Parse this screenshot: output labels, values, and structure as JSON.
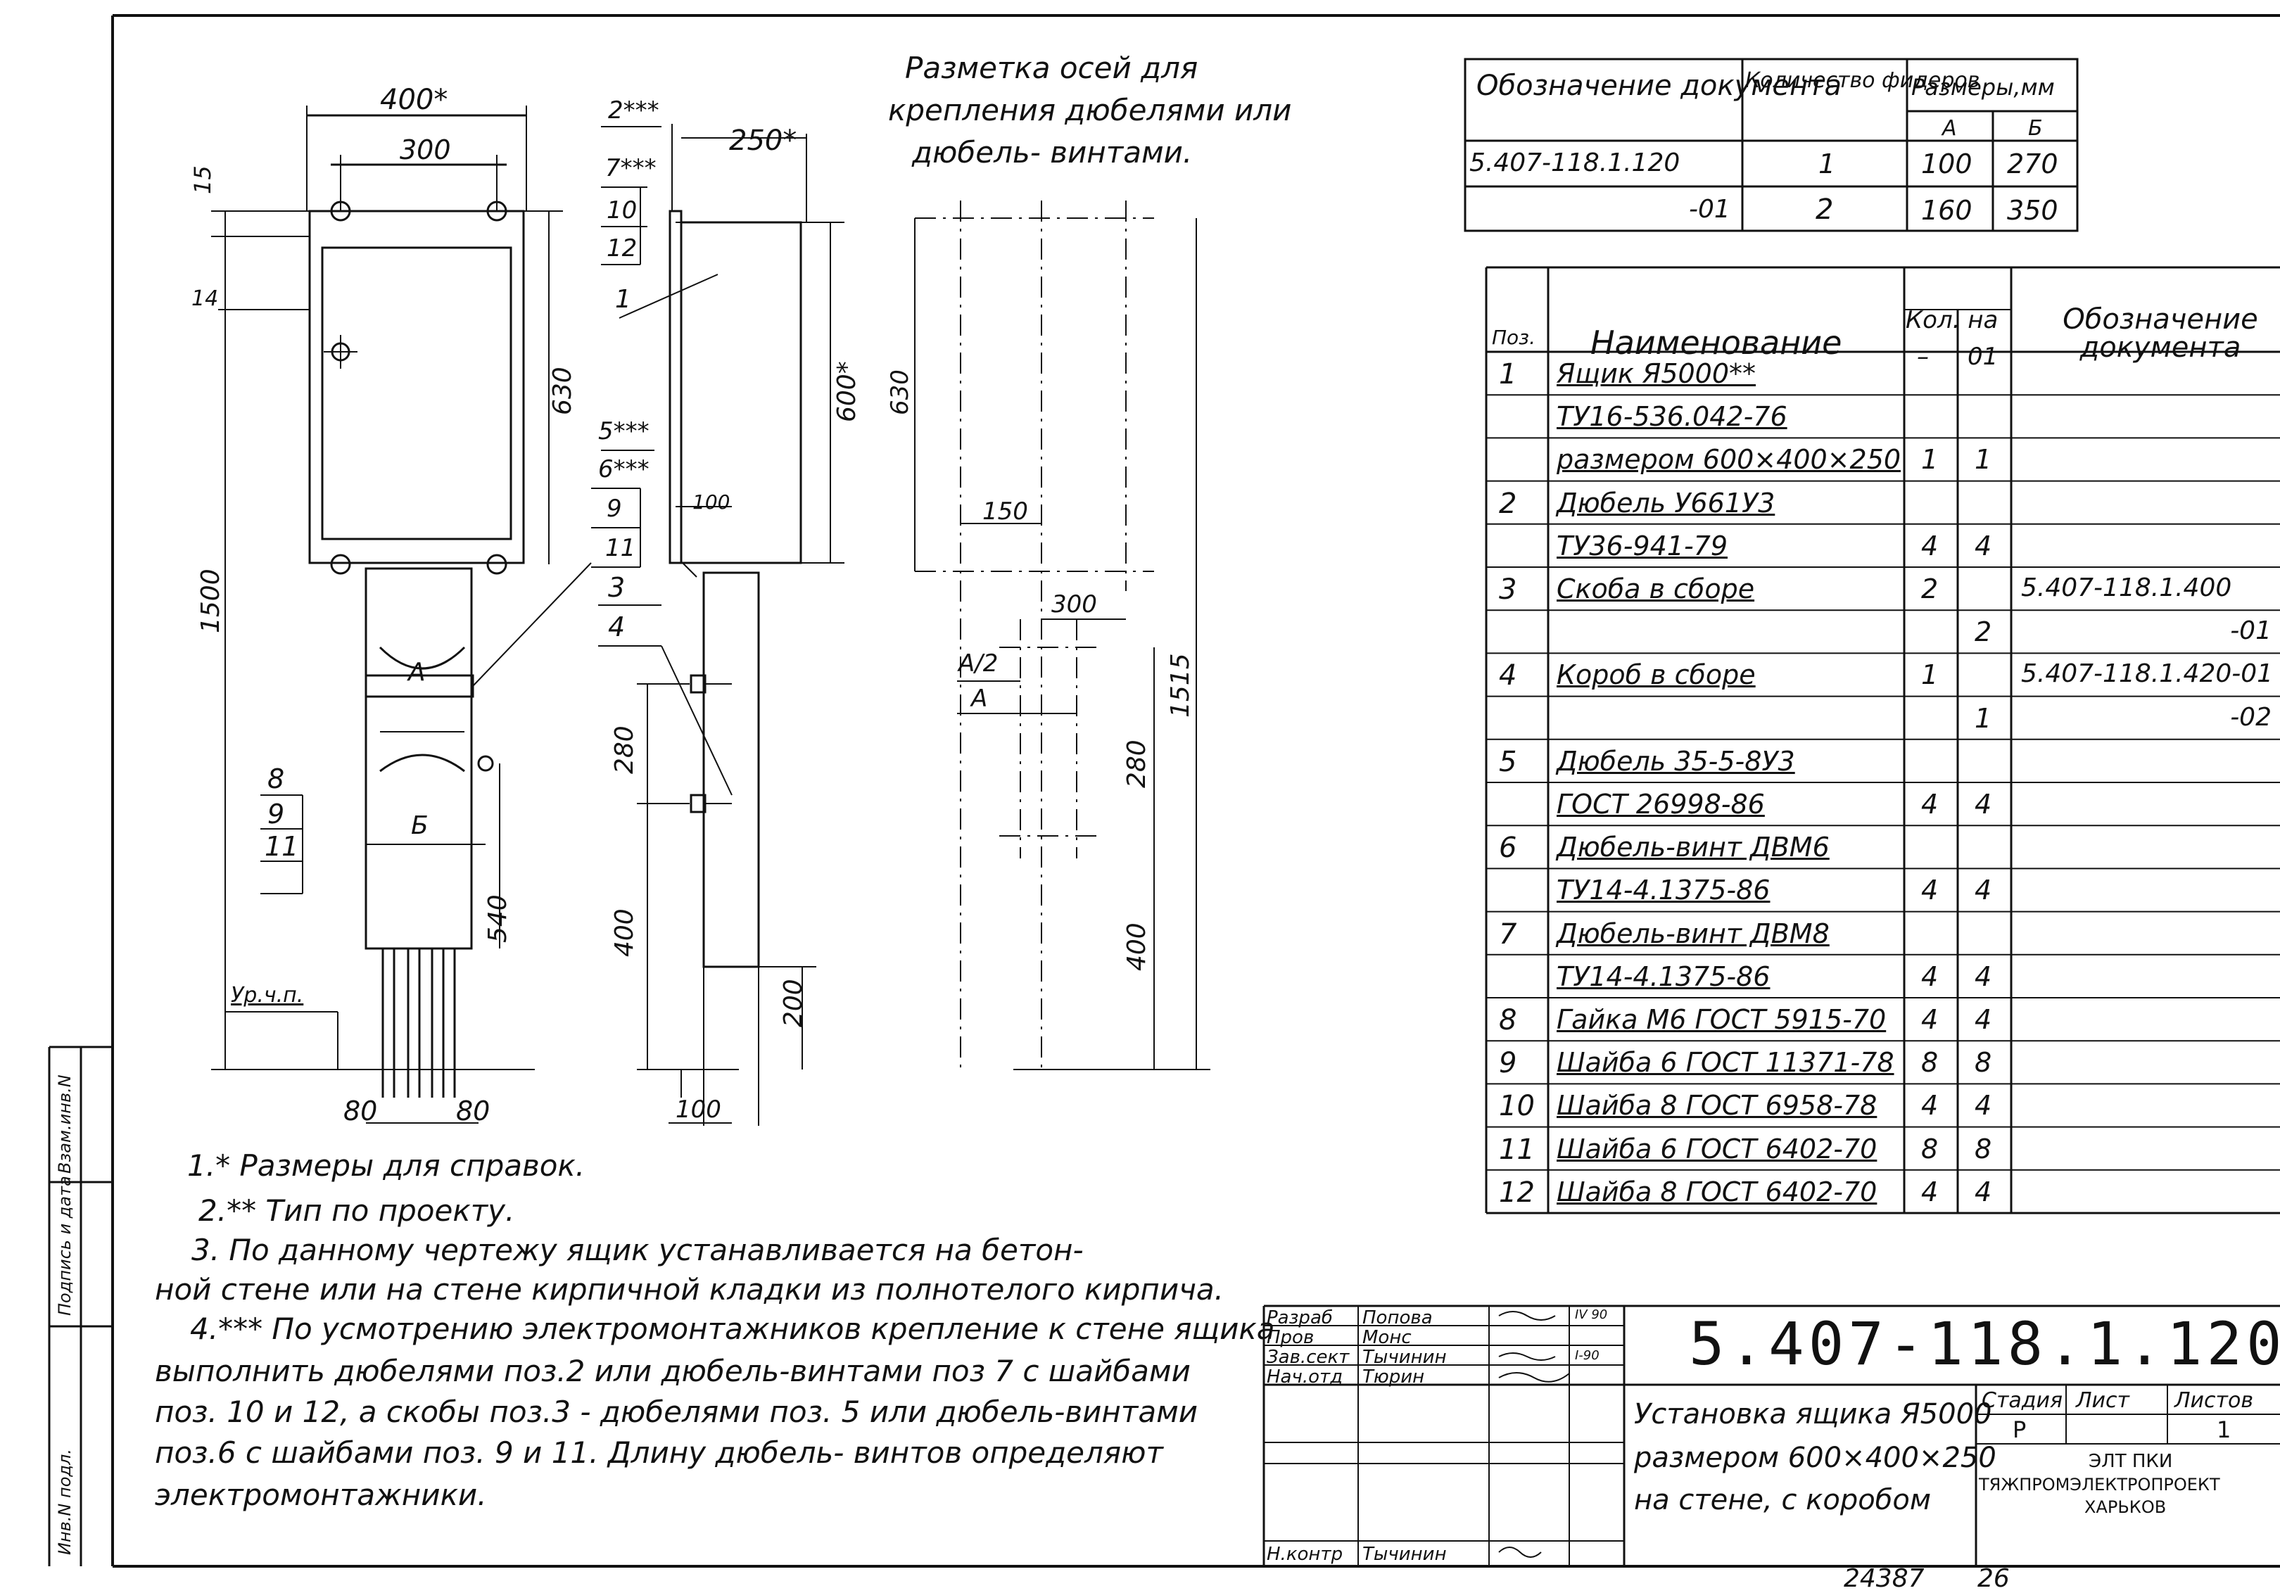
{
  "drawing": {
    "dims_front": {
      "width_total": "400*",
      "width_holes": "300",
      "top_offset": "15",
      "side_offset": "14",
      "height_box": "630",
      "height_total": "1500",
      "dim_a": "A",
      "dim_b": "Б",
      "height_duct": "540",
      "floor_label": "Ур.ч.п.",
      "pitch_left": "80",
      "pitch_right": "80"
    },
    "dims_side": {
      "depth": "250*",
      "height_inner": "600*",
      "duct_offset": "100",
      "duct_280": "280",
      "duct_400": "400",
      "duct_200": "200",
      "base_100": "100"
    },
    "axes": {
      "title_line1": "Разметка осей для",
      "title_line2": "крепления дюбелями или",
      "title_line3": "дюбель- винтами.",
      "h630": "630",
      "w150": "150",
      "w300": "300",
      "h1515": "1515",
      "half_a": "A/2",
      "a": "A",
      "h280": "280",
      "h400": "400"
    },
    "callouts": {
      "left": [
        "8",
        "9",
        "11"
      ],
      "top": [
        "2***",
        "7***",
        "10",
        "12"
      ],
      "middle": [
        "5***",
        "6***",
        "9",
        "11"
      ],
      "item1": "1",
      "item3": "3",
      "item4": "4"
    }
  },
  "variants_table": {
    "headers": [
      "Обозначение документа",
      "Количество фидеров",
      "Размеры,мм"
    ],
    "subheaders": [
      "А",
      "Б"
    ],
    "rows": [
      {
        "doc": "5.407-118.1.120",
        "feeders": "1",
        "a": "100",
        "b": "270"
      },
      {
        "doc": "-01",
        "feeders": "2",
        "a": "160",
        "b": "350"
      }
    ]
  },
  "spec_table": {
    "headers": {
      "pos": "Поз.",
      "name": "Наименование",
      "qty": "Кол. на",
      "qty_a": "–",
      "qty_b": "01",
      "doc": "Обозначение документа"
    },
    "rows": [
      {
        "pos": "1",
        "name": "Ящик Я5000**",
        "q1": "",
        "q2": "",
        "doc": ""
      },
      {
        "pos": "",
        "name": "ТУ16-536.042-76",
        "q1": "",
        "q2": "",
        "doc": ""
      },
      {
        "pos": "",
        "name": "размером 600×400×250",
        "q1": "1",
        "q2": "1",
        "doc": ""
      },
      {
        "pos": "2",
        "name": "Дюбель У661У3",
        "q1": "",
        "q2": "",
        "doc": ""
      },
      {
        "pos": "",
        "name": "ТУ36-941-79",
        "q1": "4",
        "q2": "4",
        "doc": ""
      },
      {
        "pos": "3",
        "name": "Скоба в сборе",
        "q1": "2",
        "q2": "",
        "doc": "5.407-118.1.400"
      },
      {
        "pos": "",
        "name": "",
        "q1": "",
        "q2": "2",
        "doc": "-01"
      },
      {
        "pos": "4",
        "name": "Короб в сборе",
        "q1": "1",
        "q2": "",
        "doc": "5.407-118.1.420-01"
      },
      {
        "pos": "",
        "name": "",
        "q1": "",
        "q2": "1",
        "doc": "-02"
      },
      {
        "pos": "5",
        "name": "Дюбель 35-5-8У3",
        "q1": "",
        "q2": "",
        "doc": ""
      },
      {
        "pos": "",
        "name": "ГОСТ 26998-86",
        "q1": "4",
        "q2": "4",
        "doc": ""
      },
      {
        "pos": "6",
        "name": "Дюбель-винт ДВМ6",
        "q1": "",
        "q2": "",
        "doc": ""
      },
      {
        "pos": "",
        "name": "ТУ14-4.1375-86",
        "q1": "4",
        "q2": "4",
        "doc": ""
      },
      {
        "pos": "7",
        "name": "Дюбель-винт ДВМ8",
        "q1": "",
        "q2": "",
        "doc": ""
      },
      {
        "pos": "",
        "name": "ТУ14-4.1375-86",
        "q1": "4",
        "q2": "4",
        "doc": ""
      },
      {
        "pos": "8",
        "name": "Гайка М6 ГОСТ 5915-70",
        "q1": "4",
        "q2": "4",
        "doc": ""
      },
      {
        "pos": "9",
        "name": "Шайба 6 ГОСТ 11371-78",
        "q1": "8",
        "q2": "8",
        "doc": ""
      },
      {
        "pos": "10",
        "name": "Шайба 8 ГОСТ 6958-78",
        "q1": "4",
        "q2": "4",
        "doc": ""
      },
      {
        "pos": "11",
        "name": "Шайба 6 ГОСТ 6402-70",
        "q1": "8",
        "q2": "8",
        "doc": ""
      },
      {
        "pos": "12",
        "name": "Шайба 8 ГОСТ 6402-70",
        "q1": "4",
        "q2": "4",
        "doc": ""
      }
    ]
  },
  "notes": [
    "1.* Размеры для справок.",
    "2.** Тип по проекту.",
    "3. По данному чертежу ящик устанавливается на бетон-",
    "ной стене или на стене кирпичной кладки из полнотелого кирпича.",
    "4.*** По усмотрению электромонтажников крепление к стене ящика",
    "выполнить дюбелями поз.2 или дюбель-винтами поз 7 с шайбами",
    "поз. 10 и 12, а скобы поз.3 - дюбелями поз. 5 или дюбель-винтами",
    "поз.6 с шайбами поз. 9 и 11. Длину дюбель- винтов определяют",
    "электромонтажники."
  ],
  "title_block": {
    "roles": [
      {
        "role": "Разраб",
        "name": "Попова"
      },
      {
        "role": "Пров",
        "name": "Монс"
      },
      {
        "role": "Зав.сект",
        "name": "Тычинин"
      },
      {
        "role": "Нач.отд",
        "name": "Тюрин"
      },
      {
        "role": "Н.контр",
        "name": "Тычинин"
      }
    ],
    "dates": [
      "IV 90",
      "I-90"
    ],
    "code": "5.407-118.1.120",
    "title_line1": "Установка ящика Я5000",
    "title_line2": "размером 600×400×250",
    "title_line3": "на стене, с коробом",
    "stage_label": "Стадия",
    "sheet_label": "Лист",
    "sheets_label": "Листов",
    "stage": "Р",
    "sheets": "1",
    "org_line1": "ЭЛТ ПКИ",
    "org_line2": "ТЯЖПРОМЭЛЕКТРОПРОЕКТ",
    "org_line3": "ХАРЬКОВ",
    "archive_number": "24387",
    "archive_sheet": "26"
  },
  "side_stamp": [
    "Инв.N подл.",
    "Подпись и дата",
    "Взам.инв.N"
  ]
}
